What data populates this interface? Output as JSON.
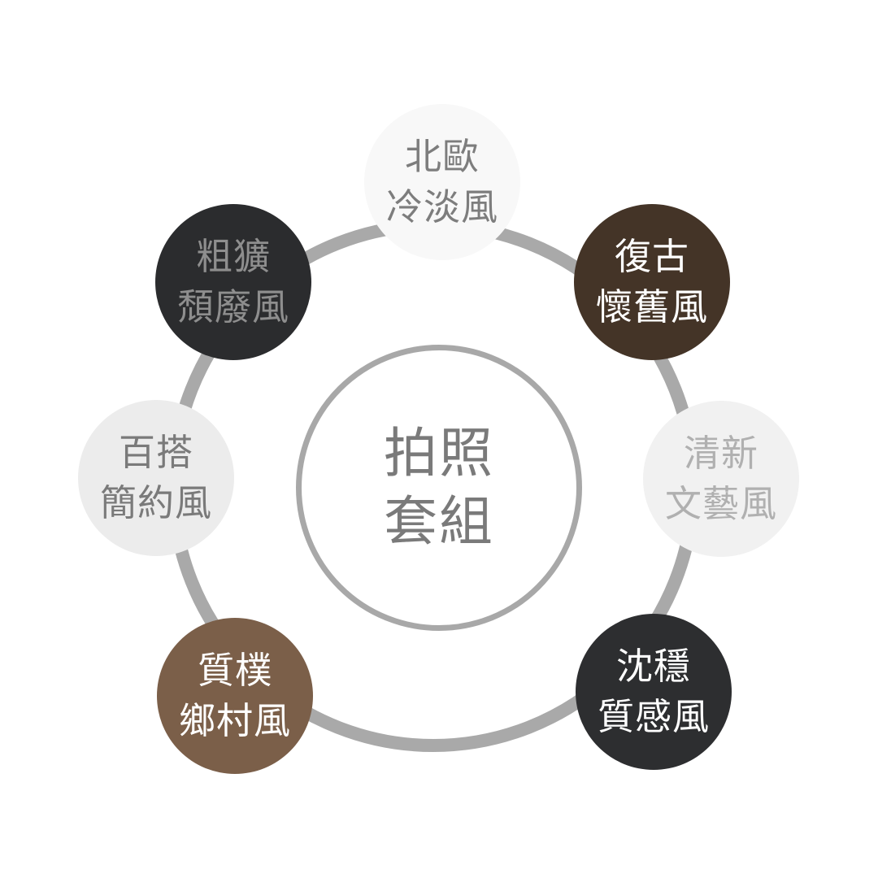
{
  "center": {
    "line1": "拍照",
    "line2": "套組"
  },
  "nodes": {
    "nordic": {
      "line1": "北歐",
      "line2": "冷淡風",
      "color": "#f8f8f8"
    },
    "vintage": {
      "line1": "復古",
      "line2": "懷舊風",
      "color": "#443427"
    },
    "fresh": {
      "line1": "清新",
      "line2": "文藝風",
      "color": "#f1f1f1"
    },
    "calm": {
      "line1": "沈穩",
      "line2": "質感風",
      "color": "#2d2e30"
    },
    "rustic": {
      "line1": "質樸",
      "line2": "鄉村風",
      "color": "#7b5f49"
    },
    "basic": {
      "line1": "百搭",
      "line2": "簡約風",
      "color": "#ececec"
    },
    "grunge": {
      "line1": "粗獷",
      "line2": "頹廢風",
      "color": "#2b2c2e"
    }
  },
  "ring_color": "#a9a9a9"
}
